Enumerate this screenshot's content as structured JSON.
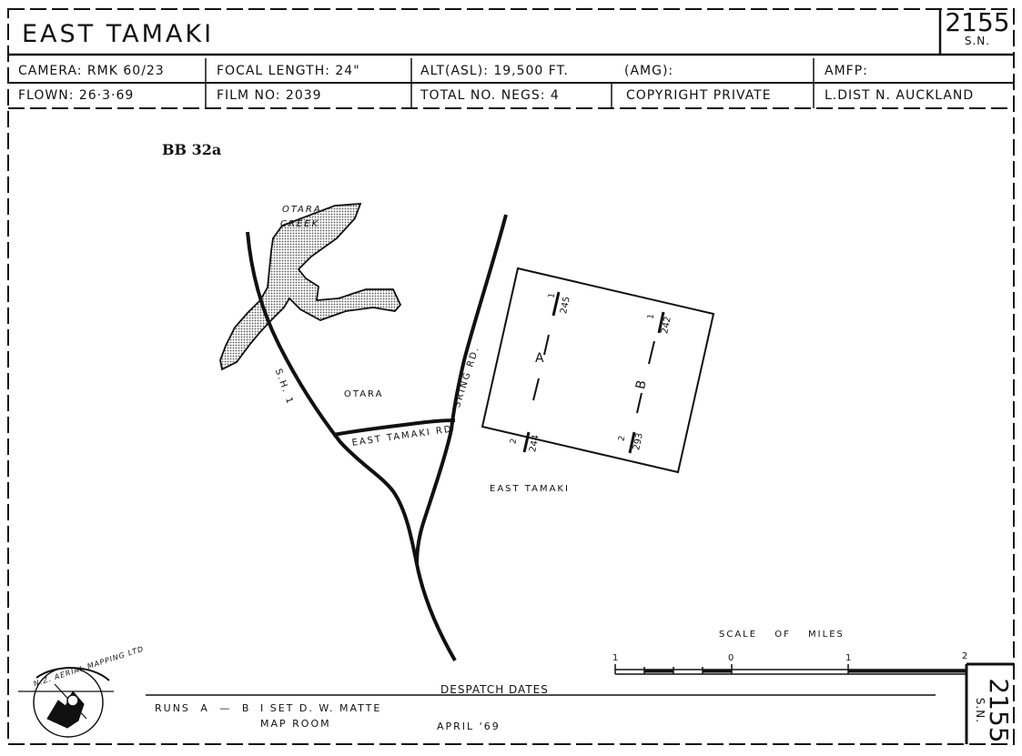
{
  "header": {
    "title": "EAST TAMAKI",
    "sheet_number": "2155",
    "sheet_suffix": "S.N."
  },
  "info_table": {
    "row1": [
      "CAMERA: RMK 60/23",
      "FOCAL LENGTH: 24\"",
      "ALT(ASL): 19,500 FT.",
      "(AMG):",
      "AMFP:"
    ],
    "row2": [
      "FLOWN: 26·3·69",
      "FILM NO: 2039",
      "TOTAL NO. NEGS: 4",
      "COPYRIGHT PRIVATE",
      "L.DIST N. AUCKLAND"
    ]
  },
  "reference": "BB 32a",
  "map": {
    "creek_label_1": "OTARA",
    "creek_label_2": "CREEK",
    "highway_label": "S.H. 1",
    "suburb_otara": "OTARA",
    "road_spring": "SRING RD.",
    "road_east_tamaki": "EAST TAMAKI RD",
    "suburb_east_tamaki": "EAST TAMAKI",
    "run_a": "A",
    "run_b": "B",
    "frames": {
      "a_top_run": "1",
      "a_top_frame": "245",
      "a_bot_run": "2",
      "a_bot_frame": "244",
      "b_top_run": "1",
      "b_top_frame": "242",
      "b_bot_run": "2",
      "b_bot_frame": "293"
    },
    "scale_title": "SCALE OF MILES",
    "scale_ticks": [
      "1",
      "0",
      "1",
      "2"
    ]
  },
  "footer": {
    "despatch_title": "DESPATCH DATES",
    "runs": "RUNS A — B",
    "set": "I SET D. W. MATTE",
    "map_room": "MAP ROOM",
    "date": "APRIL '69",
    "logo_text": "N.Z. AERIAL MAPPING LTD"
  },
  "colors": {
    "ink": "#111111",
    "paper": "#ffffff",
    "creek_fill": "#c8c8c8"
  }
}
